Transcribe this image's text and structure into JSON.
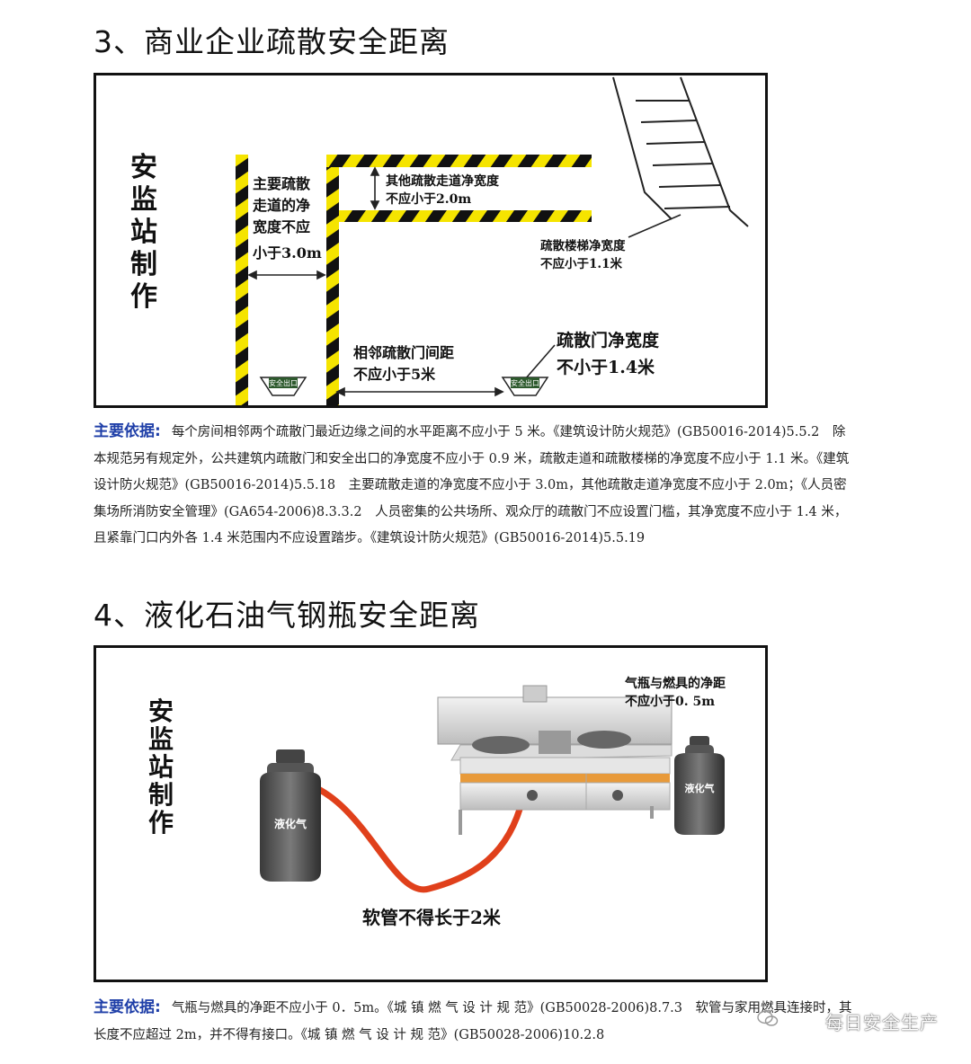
{
  "section3": {
    "title": "3、商业企业疏散安全距离",
    "figure": {
      "brand_chars": [
        "安",
        "监",
        "站",
        "制",
        "作"
      ],
      "main_corridor_label": [
        "主要疏散",
        "走道的净",
        "宽度不应",
        "小于3.0m"
      ],
      "other_corridor_label": [
        "其他疏散走道净宽度",
        "不应小于2.0m"
      ],
      "stair_label": [
        "疏散楼梯净宽度",
        "不应小于1.1米"
      ],
      "door_spacing_label": [
        "相邻疏散门间距",
        "不应小于5米"
      ],
      "door_width_label": [
        "疏散门净宽度",
        "不小于1.4米"
      ],
      "exit_sign_text": "安全出口"
    },
    "basis_label": "主要依据:",
    "basis_text": "每个房间相邻两个疏散门最近边缘之间的水平距离不应小于 5 米。《建筑设计防火规范》(GB50016-2014)5.5.2　除本规范另有规定外，公共建筑内疏散门和安全出口的净宽度不应小于 0.9 米，疏散走道和疏散楼梯的净宽度不应小于 1.1 米。《建筑设计防火规范》(GB50016-2014)5.5.18　主要疏散走道的净宽度不应小于 3.0m，其他疏散走道净宽度不应小于 2.0m；《人员密集场所消防安全管理》(GA654-2006)8.3.3.2　人员密集的公共场所、观众厅的疏散门不应设置门槛，其净宽度不应小于 1.4 米，且紧靠门口内外各 1.4 米范围内不应设置踏步。《建筑设计防火规范》(GB50016-2014)5.5.19"
  },
  "section4": {
    "title": "4、液化石油气钢瓶安全距离",
    "figure": {
      "brand_chars": [
        "安",
        "监",
        "站",
        "制",
        "作"
      ],
      "cylinder_label": "液化气",
      "distance_label": [
        "气瓶与燃具的净距",
        "不应小于0.  5m"
      ],
      "hose_label": "软管不得长于2米"
    },
    "basis_label": "主要依据:",
    "basis_text": "气瓶与燃具的净距不应小于 0．5m。《城 镇 燃 气 设 计 规 范》(GB50028-2006)8.7.3　软管与家用燃具连接时，其长度不应超过 2m，并不得有接口。《城 镇 燃 气 设 计 规 范》(GB50028-2006)10.2.8"
  },
  "watermark": "每日安全生产"
}
